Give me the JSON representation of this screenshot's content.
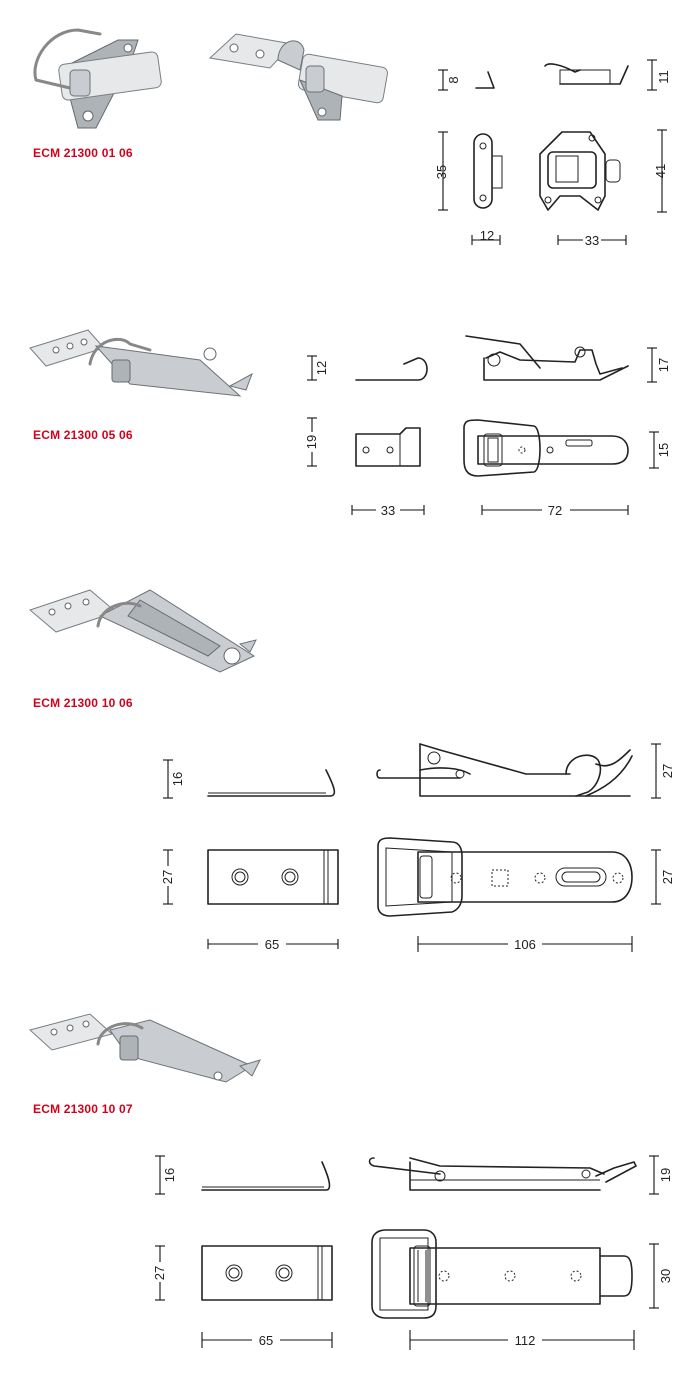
{
  "brand_color": "#d0021b",
  "products": [
    {
      "code": "ECM 21300 01 06",
      "dims": {
        "side_h": "8",
        "front_h": "11",
        "plate_h": "35",
        "plate_w": "12",
        "latch_h": "41",
        "latch_w": "33"
      }
    },
    {
      "code": "ECM 21300 05 06",
      "dims": {
        "hook_h": "12",
        "latch_h": "17",
        "plate_h": "19",
        "latch_front_h": "15",
        "plate_w": "33",
        "latch_w": "72"
      }
    },
    {
      "code": "ECM 21300 10 06",
      "dims": {
        "hook_h": "16",
        "latch_h": "27",
        "plate_h": "27",
        "latch_front_h": "27",
        "plate_w": "65",
        "latch_w": "106"
      }
    },
    {
      "code": "ECM 21300 10 07",
      "dims": {
        "hook_h": "16",
        "latch_h": "19",
        "plate_h": "27",
        "latch_front_h": "30",
        "plate_w": "65",
        "latch_w": "112"
      }
    }
  ]
}
